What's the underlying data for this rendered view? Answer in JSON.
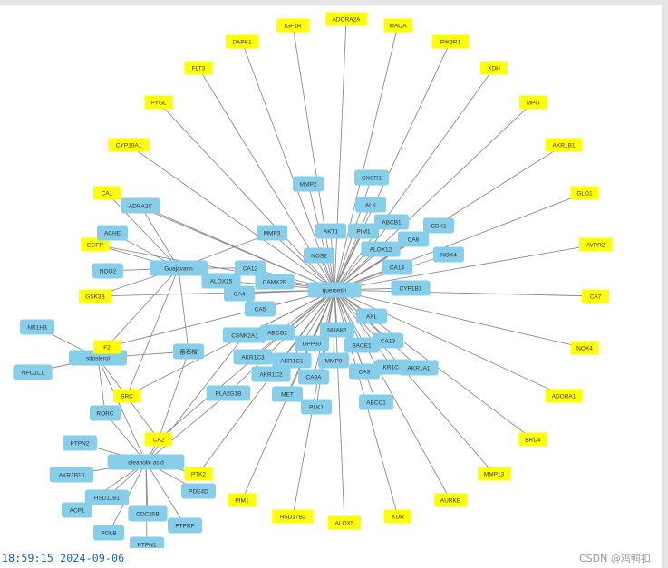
{
  "colors": {
    "hub": "#87CEEB",
    "target": "#FFFF00",
    "edge": "#8c8c8c",
    "label": "#333333"
  },
  "footer": {
    "timestamp": "18:59:15 2024-09-06",
    "watermark": "CSDN @鸡鸭扣"
  },
  "network": {
    "nodes": [
      {
        "id": "quercetin",
        "label": "quercetin",
        "type": "hub"
      },
      {
        "id": "guajavarin",
        "label": "Guajavarin",
        "type": "hub"
      },
      {
        "id": "sitosterol",
        "label": "sitosterol",
        "type": "hub"
      },
      {
        "id": "oleanolic",
        "label": "oleanolic acid",
        "type": "hub"
      },
      {
        "id": "kaempferol",
        "label": "番石榴",
        "type": "hub"
      },
      {
        "id": "IGF1R",
        "label": "IGF1R",
        "type": "target"
      },
      {
        "id": "ADORA2A",
        "label": "ADORA2A",
        "type": "target"
      },
      {
        "id": "MAOA",
        "label": "MAOA",
        "type": "target"
      },
      {
        "id": "DAPK1",
        "label": "DAPK1",
        "type": "target"
      },
      {
        "id": "PIK3R1",
        "label": "PIK3R1",
        "type": "target"
      },
      {
        "id": "FLT3",
        "label": "FLT3",
        "type": "target"
      },
      {
        "id": "XDH",
        "label": "XDH",
        "type": "target"
      },
      {
        "id": "PYGL",
        "label": "PYGL",
        "type": "target"
      },
      {
        "id": "MPO",
        "label": "MPO",
        "type": "target"
      },
      {
        "id": "CYP19A1",
        "label": "CYP19A1",
        "type": "target"
      },
      {
        "id": "AKR1B1",
        "label": "AKR1B1",
        "type": "target"
      },
      {
        "id": "CA1",
        "label": "CA1",
        "type": "target"
      },
      {
        "id": "GLO1",
        "label": "GLO1",
        "type": "target"
      },
      {
        "id": "EGFR",
        "label": "EGFR",
        "type": "target"
      },
      {
        "id": "AVPR2",
        "label": "AVPR2",
        "type": "target"
      },
      {
        "id": "GSK3B",
        "label": "GSK3B",
        "type": "target"
      },
      {
        "id": "CA7",
        "label": "CA7",
        "type": "target"
      },
      {
        "id": "F2",
        "label": "F2",
        "type": "target"
      },
      {
        "id": "NOX4",
        "label": "NOX4",
        "type": "target"
      },
      {
        "id": "ADORA1",
        "label": "ADORA1",
        "type": "target"
      },
      {
        "id": "SRC",
        "label": "SRC",
        "type": "target"
      },
      {
        "id": "BRD4",
        "label": "BRD4",
        "type": "target"
      },
      {
        "id": "CA2",
        "label": "CA2",
        "type": "target"
      },
      {
        "id": "PTK2",
        "label": "PTK2",
        "type": "target"
      },
      {
        "id": "MMP13",
        "label": "MMP13",
        "type": "target"
      },
      {
        "id": "PIM1",
        "label": "PIM1",
        "type": "target"
      },
      {
        "id": "AURKB",
        "label": "AURKB",
        "type": "target"
      },
      {
        "id": "HSD17B2",
        "label": "HSD17B2",
        "type": "target"
      },
      {
        "id": "ALOX5",
        "label": "ALOX5",
        "type": "target"
      },
      {
        "id": "KDR",
        "label": "KDR",
        "type": "target"
      },
      {
        "id": "MMP2",
        "label": "MMP2",
        "type": "hub"
      },
      {
        "id": "CXCR1",
        "label": "CXCR1",
        "type": "hub"
      },
      {
        "id": "ALK",
        "label": "ALK",
        "type": "hub"
      },
      {
        "id": "ADRA2C",
        "label": "ADRA2C",
        "type": "hub"
      },
      {
        "id": "ABCB1",
        "label": "ABCB1",
        "type": "hub"
      },
      {
        "id": "AKT1",
        "label": "AKT1",
        "type": "hub"
      },
      {
        "id": "PIM1b",
        "label": "PIM1",
        "type": "hub"
      },
      {
        "id": "CDK1",
        "label": "CDK1",
        "type": "hub"
      },
      {
        "id": "ACHE",
        "label": "ACHE",
        "type": "hub"
      },
      {
        "id": "MMP3",
        "label": "MMP3",
        "type": "hub"
      },
      {
        "id": "CA6",
        "label": "CA6",
        "type": "hub"
      },
      {
        "id": "ALOX12",
        "label": "ALOX12",
        "type": "hub"
      },
      {
        "id": "NOX4b",
        "label": "NOX4",
        "type": "hub"
      },
      {
        "id": "NOS2",
        "label": "NOS2",
        "type": "hub"
      },
      {
        "id": "CA14",
        "label": "CA14",
        "type": "hub"
      },
      {
        "id": "CA12",
        "label": "CA12",
        "type": "hub"
      },
      {
        "id": "NQO2",
        "label": "NQO2",
        "type": "hub"
      },
      {
        "id": "ALOX15",
        "label": "ALOX15",
        "type": "hub"
      },
      {
        "id": "CAMK2B",
        "label": "CAMK2B",
        "type": "hub"
      },
      {
        "id": "CYP1B1",
        "label": "CYP1B1",
        "type": "hub"
      },
      {
        "id": "CA4",
        "label": "CA4",
        "type": "hub"
      },
      {
        "id": "CA5",
        "label": "CA5",
        "type": "hub"
      },
      {
        "id": "NR1H3",
        "label": "NR1H3",
        "type": "hub"
      },
      {
        "id": "AXL",
        "label": "AXL",
        "type": "hub"
      },
      {
        "id": "CSNK2A1",
        "label": "CSNK2A1",
        "type": "hub"
      },
      {
        "id": "ABCG2",
        "label": "ABCG2",
        "type": "hub"
      },
      {
        "id": "NUAK1",
        "label": "NUAK1",
        "type": "hub"
      },
      {
        "id": "DPP30",
        "label": "DPP30",
        "type": "hub"
      },
      {
        "id": "CA13",
        "label": "CA13",
        "type": "hub"
      },
      {
        "id": "BACE1",
        "label": "BACE1",
        "type": "hub"
      },
      {
        "id": "NPC1L1",
        "label": "NPC1L1",
        "type": "hub"
      },
      {
        "id": "AKR1C3",
        "label": "AKR1C3",
        "type": "hub"
      },
      {
        "id": "AKR1C1",
        "label": "AKR1C1",
        "type": "hub"
      },
      {
        "id": "MMP9",
        "label": "MMP9",
        "type": "hub"
      },
      {
        "id": "AKR1C4",
        "label": "KR1C4",
        "type": "hub"
      },
      {
        "id": "AKR1A1",
        "label": "AKR1A1",
        "type": "hub"
      },
      {
        "id": "AKR1C2",
        "label": "AKR1C2",
        "type": "hub"
      },
      {
        "id": "CA3",
        "label": "CA3",
        "type": "hub"
      },
      {
        "id": "CA9",
        "label": "CA9A",
        "type": "hub"
      },
      {
        "id": "RORC",
        "label": "RORC",
        "type": "hub"
      },
      {
        "id": "PLA2G1B",
        "label": "PLA2G1B",
        "type": "hub"
      },
      {
        "id": "MET",
        "label": "MET",
        "type": "hub"
      },
      {
        "id": "ABCC1",
        "label": "ABCC1",
        "type": "hub"
      },
      {
        "id": "PLK1",
        "label": "PLK1",
        "type": "hub"
      },
      {
        "id": "PTPN2",
        "label": "PTPN2",
        "type": "hub"
      },
      {
        "id": "AKR1B10",
        "label": "AKR1B10",
        "type": "hub"
      },
      {
        "id": "PDE4D",
        "label": "PDE4D",
        "type": "hub"
      },
      {
        "id": "HSD11B1",
        "label": "HSD11B1",
        "type": "hub"
      },
      {
        "id": "ACP1",
        "label": "ACP1",
        "type": "hub"
      },
      {
        "id": "CDC25B",
        "label": "CDC25B",
        "type": "hub"
      },
      {
        "id": "PTPRF",
        "label": "PTPRF",
        "type": "hub"
      },
      {
        "id": "POLB",
        "label": "POLB",
        "type": "hub"
      },
      {
        "id": "PTPN1",
        "label": "PTPN1",
        "type": "hub"
      }
    ],
    "edges": [
      [
        "quercetin",
        "IGF1R"
      ],
      [
        "quercetin",
        "ADORA2A"
      ],
      [
        "quercetin",
        "MAOA"
      ],
      [
        "quercetin",
        "DAPK1"
      ],
      [
        "quercetin",
        "PIK3R1"
      ],
      [
        "quercetin",
        "FLT3"
      ],
      [
        "quercetin",
        "XDH"
      ],
      [
        "quercetin",
        "PYGL"
      ],
      [
        "quercetin",
        "MPO"
      ],
      [
        "quercetin",
        "CYP19A1"
      ],
      [
        "quercetin",
        "AKR1B1"
      ],
      [
        "quercetin",
        "CA1"
      ],
      [
        "quercetin",
        "GLO1"
      ],
      [
        "quercetin",
        "EGFR"
      ],
      [
        "quercetin",
        "AVPR2"
      ],
      [
        "quercetin",
        "GSK3B"
      ],
      [
        "quercetin",
        "CA7"
      ],
      [
        "quercetin",
        "F2"
      ],
      [
        "quercetin",
        "NOX4"
      ],
      [
        "quercetin",
        "ADORA1"
      ],
      [
        "quercetin",
        "SRC"
      ],
      [
        "quercetin",
        "BRD4"
      ],
      [
        "quercetin",
        "CA2"
      ],
      [
        "quercetin",
        "PTK2"
      ],
      [
        "quercetin",
        "MMP13"
      ],
      [
        "quercetin",
        "PIM1"
      ],
      [
        "quercetin",
        "AURKB"
      ],
      [
        "quercetin",
        "HSD17B2"
      ],
      [
        "quercetin",
        "ALOX5"
      ],
      [
        "quercetin",
        "KDR"
      ],
      [
        "quercetin",
        "MMP2"
      ],
      [
        "quercetin",
        "CXCR1"
      ],
      [
        "quercetin",
        "ALK"
      ],
      [
        "quercetin",
        "ABCB1"
      ],
      [
        "quercetin",
        "AKT1"
      ],
      [
        "quercetin",
        "PIM1b"
      ],
      [
        "quercetin",
        "CDK1"
      ],
      [
        "quercetin",
        "MMP3"
      ],
      [
        "quercetin",
        "CA6"
      ],
      [
        "quercetin",
        "ALOX12"
      ],
      [
        "quercetin",
        "NOX4b"
      ],
      [
        "quercetin",
        "NOS2"
      ],
      [
        "quercetin",
        "CA14"
      ],
      [
        "quercetin",
        "CA12"
      ],
      [
        "quercetin",
        "ALOX15"
      ],
      [
        "quercetin",
        "CAMK2B"
      ],
      [
        "quercetin",
        "CYP1B1"
      ],
      [
        "quercetin",
        "CA4"
      ],
      [
        "quercetin",
        "CA5"
      ],
      [
        "quercetin",
        "AXL"
      ],
      [
        "quercetin",
        "CSNK2A1"
      ],
      [
        "quercetin",
        "ABCG2"
      ],
      [
        "quercetin",
        "NUAK1"
      ],
      [
        "quercetin",
        "DPP30"
      ],
      [
        "quercetin",
        "CA13"
      ],
      [
        "quercetin",
        "BACE1"
      ],
      [
        "quercetin",
        "AKR1C3"
      ],
      [
        "quercetin",
        "AKR1C1"
      ],
      [
        "quercetin",
        "MMP9"
      ],
      [
        "quercetin",
        "AKR1C4"
      ],
      [
        "quercetin",
        "AKR1A1"
      ],
      [
        "quercetin",
        "AKR1C2"
      ],
      [
        "quercetin",
        "CA3"
      ],
      [
        "quercetin",
        "CA9"
      ],
      [
        "quercetin",
        "PLA2G1B"
      ],
      [
        "quercetin",
        "MET"
      ],
      [
        "quercetin",
        "ABCC1"
      ],
      [
        "quercetin",
        "PLK1"
      ],
      [
        "quercetin",
        "ADRA2C"
      ],
      [
        "guajavarin",
        "ADRA2C"
      ],
      [
        "guajavarin",
        "ACHE"
      ],
      [
        "guajavarin",
        "EGFR"
      ],
      [
        "guajavarin",
        "NQO2"
      ],
      [
        "guajavarin",
        "GSK3B"
      ],
      [
        "guajavarin",
        "CA12"
      ],
      [
        "guajavarin",
        "MMP3"
      ],
      [
        "guajavarin",
        "CA1"
      ],
      [
        "guajavarin",
        "SRC"
      ],
      [
        "guajavarin",
        "F2"
      ],
      [
        "sitosterol",
        "NR1H3"
      ],
      [
        "sitosterol",
        "NPC1L1"
      ],
      [
        "sitosterol",
        "RORC"
      ],
      [
        "sitosterol",
        "F2"
      ],
      [
        "sitosterol",
        "kaempferol"
      ],
      [
        "sitosterol",
        "CA2"
      ],
      [
        "kaempferol",
        "guajavarin"
      ],
      [
        "kaempferol",
        "CA2"
      ],
      [
        "oleanolic",
        "PTPN2"
      ],
      [
        "oleanolic",
        "AKR1B10"
      ],
      [
        "oleanolic",
        "PDE4D"
      ],
      [
        "oleanolic",
        "HSD11B1"
      ],
      [
        "oleanolic",
        "ACP1"
      ],
      [
        "oleanolic",
        "CDC25B"
      ],
      [
        "oleanolic",
        "PTPRF"
      ],
      [
        "oleanolic",
        "POLB"
      ],
      [
        "oleanolic",
        "PTPN1"
      ],
      [
        "oleanolic",
        "PTK2"
      ],
      [
        "oleanolic",
        "CA2"
      ],
      [
        "oleanolic",
        "RORC"
      ],
      [
        "oleanolic",
        "PLA2G1B"
      ],
      [
        "oleanolic",
        "CSNK2A1"
      ],
      [
        "oleanolic",
        "sitosterol"
      ]
    ]
  }
}
